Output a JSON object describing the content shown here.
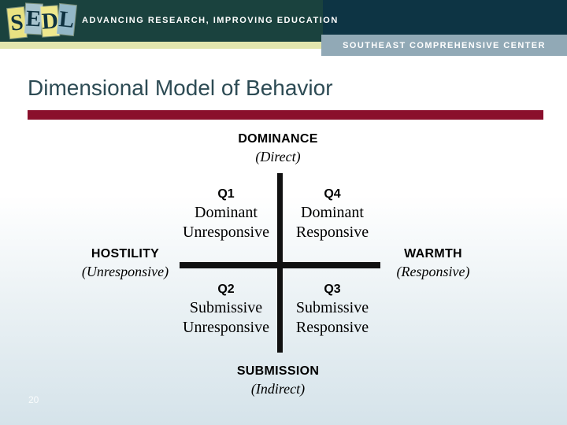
{
  "header": {
    "logo_letters": [
      "S",
      "E",
      "D",
      "L"
    ],
    "tagline": "ADVANCING RESEARCH, IMPROVING EDUCATION",
    "banner": "SOUTHEAST COMPREHENSIVE CENTER"
  },
  "slide": {
    "title": "Dimensional Model of Behavior",
    "page_number": "20"
  },
  "diagram": {
    "axes": {
      "top": {
        "label": "DOMINANCE",
        "qualifier": "(Direct)"
      },
      "bottom": {
        "label": "SUBMISSION",
        "qualifier": "(Indirect)"
      },
      "left": {
        "label": "HOSTILITY",
        "qualifier": "(Unresponsive)"
      },
      "right": {
        "label": "WARMTH",
        "qualifier": "(Responsive)"
      }
    },
    "quadrants": [
      {
        "id": "Q1",
        "line1": "Dominant",
        "line2": "Unresponsive",
        "position": "top-left"
      },
      {
        "id": "Q4",
        "line1": "Dominant",
        "line2": "Responsive",
        "position": "top-right"
      },
      {
        "id": "Q2",
        "line1": "Submissive",
        "line2": "Unresponsive",
        "position": "bottom-left"
      },
      {
        "id": "Q3",
        "line1": "Submissive",
        "line2": "Responsive",
        "position": "bottom-right"
      }
    ]
  },
  "colors": {
    "header_green": "#1a423e",
    "header_navy": "#0d3444",
    "accent_stripe": "#e2e6ae",
    "banner_blue": "#91a9b6",
    "rule_maroon": "#8a0f2c",
    "title_teal": "#2d4b54",
    "axis_black": "#111111",
    "page_bg_bottom": "#d5e3ea"
  }
}
